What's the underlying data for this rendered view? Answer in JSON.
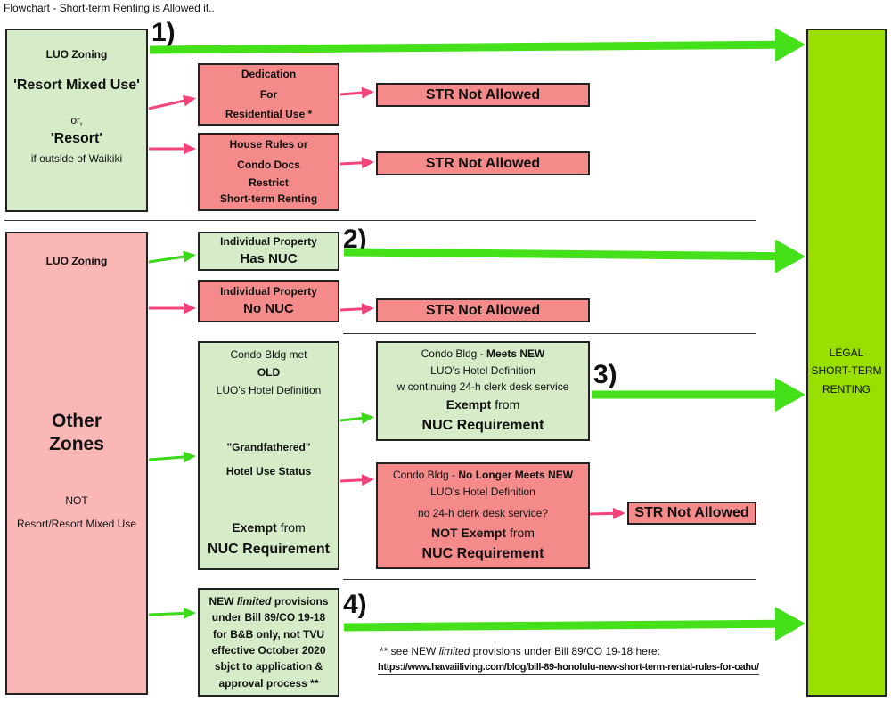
{
  "title": "Flowchart - Short-term Renting is Allowed if..",
  "colors": {
    "green_box": "#d6ecc8",
    "pink_box": "#fbb6b6",
    "red_box": "#f58a8a",
    "legal_box": "#99e000",
    "big_arrow": "#44e01a",
    "small_green_arrow": "#3cd81a",
    "pink_arrow": "#f2447a"
  },
  "numbers": {
    "n1": "1)",
    "n2": "2)",
    "n3": "3)",
    "n4": "4)"
  },
  "resort": {
    "l1": "LUO Zoning",
    "l2": "'Resort Mixed Use'",
    "l3": "or,",
    "l4": "'Resort'",
    "l5": "if outside of Waikiki"
  },
  "dedication": {
    "l1": "Dedication",
    "l2": "For",
    "l3": "Residential Use *"
  },
  "house_rules": {
    "l1": "House Rules or",
    "l2": "Condo Docs",
    "l3": "Restrict",
    "l4": "Short-term Renting"
  },
  "str_not_allowed": "STR Not Allowed",
  "other": {
    "l1": "LUO Zoning",
    "l2": "Other",
    "l3": "Zones",
    "l4": "NOT",
    "l5": "Resort/Resort Mixed Use"
  },
  "has_nuc": {
    "l1": "Individual Property",
    "l2": "Has NUC"
  },
  "no_nuc": {
    "l1": "Individual Property",
    "l2": "No NUC"
  },
  "old": {
    "l1": "Condo Bldg met",
    "l2": "OLD",
    "l3": "LUO's Hotel Definition",
    "l4": "\"Grandfathered\"",
    "l5": "Hotel Use Status",
    "l6a": "Exempt",
    "l6b": " from",
    "l7": "NUC Requirement"
  },
  "meets_new": {
    "l1a": "Condo Bldg - ",
    "l1b": "Meets NEW",
    "l2": "LUO's Hotel Definition",
    "l3": "w continuing 24-h clerk desk service",
    "l4a": "Exempt",
    "l4b": " from",
    "l5": "NUC Requirement"
  },
  "no_longer": {
    "l1a": "Condo Bldg - ",
    "l1b": "No Longer Meets NEW",
    "l2": "LUO's Hotel Definition",
    "l3": "no 24-h clerk desk service?",
    "l4a": "NOT Exempt",
    "l4b": " from",
    "l5": "NUC Requirement"
  },
  "bill89": {
    "l1a": "NEW ",
    "l1b": "limited",
    "l1c": " provisions",
    "l2": "under Bill 89/CO 19-18",
    "l3": "for B&B only, not TVU",
    "l4": "effective October 2020",
    "l5": "sbjct to application &",
    "l6": "approval process **"
  },
  "legal": {
    "l1": "LEGAL",
    "l2": "SHORT-TERM",
    "l3": "RENTING"
  },
  "note": {
    "l1a": "** see NEW ",
    "l1b": "limited",
    "l1c": "  provisions under Bill 89/CO 19-18 here:",
    "link": "https://www.hawaiiliving.com/blog/bill-89-honolulu-new-short-term-rental-rules-for-oahu/"
  }
}
